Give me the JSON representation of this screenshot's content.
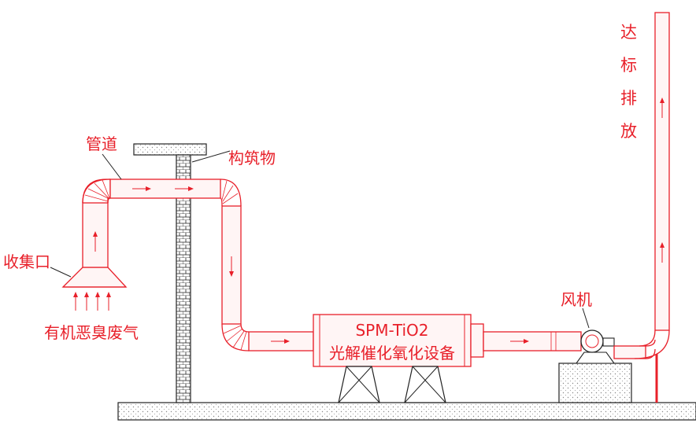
{
  "labels": {
    "pipe": "管道",
    "structure": "构筑物",
    "collector": "收集口",
    "exhaust_gas": "有机恶臭废气",
    "device_model": "SPM-TiO2",
    "device_name": "光解催化氧化设备",
    "fan": "风机",
    "emission_chars": [
      "达",
      "标",
      "排",
      "放"
    ]
  },
  "colors": {
    "pipe": "#e8202a",
    "structure": "#222222"
  }
}
